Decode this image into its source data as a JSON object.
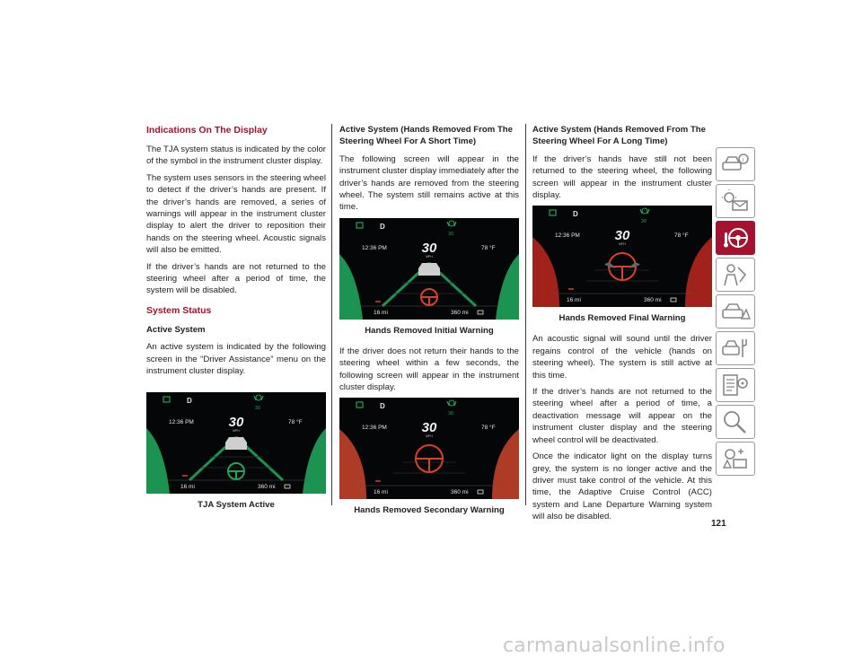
{
  "col1": {
    "heading": "Indications On The Display",
    "p1": "The TJA system status is indicated by the color of the symbol in the instrument cluster display.",
    "p2": "The system uses sensors in the steering wheel to detect if the driver’s hands are present. If the driver’s hands are removed, a series of warnings will appear in the instrument cluster display to alert the driver to reposition their hands on the steering wheel. Acoustic signals will also be emitted.",
    "p3": "If the driver’s hands are not returned to the steering wheel after a period of time, the system will be disabled.",
    "heading2": "System Status",
    "subheading": "Active System",
    "p4": "An active system is indicated by the following screen in the “Driver Assistance” menu on the instrument cluster display.",
    "caption": "TJA System Active"
  },
  "col2": {
    "subheading": "Active System (Hands Removed From The Steering Wheel For A Short Time)",
    "p1": "The following screen will appear in the instrument cluster display immediately after the driver’s hands are removed from the steering wheel. The system still remains active at this time.",
    "caption1": "Hands Removed Initial Warning",
    "p2": "If the driver does not return their hands to the steering wheel within a few seconds, the following screen will appear in the instrument cluster display.",
    "caption2": "Hands Removed Secondary Warning"
  },
  "col3": {
    "subheading": "Active System (Hands Removed From The Steering Wheel For A Long Time)",
    "p1": "If the driver’s hands have still not been returned to the steering wheel, the following screen will appear in the instrument cluster display.",
    "caption": "Hands Removed Final Warning",
    "p2": "An acoustic signal will sound until the driver regains control of the vehicle (hands on steering wheel). The system is still active at this time.",
    "p3": "If the driver’s hands are not returned to the steering wheel after a period of time, a deactivation message will appear on the instrument cluster display and the steering wheel control will be deactivated.",
    "p4": "Once the indicator light on the display turns grey, the system is no longer active and the driver must take control of the vehicle. At this time, the Adaptive Cruise Control (ACC) system and Lane Departure Warning system will also be disabled."
  },
  "cluster": {
    "gear": "D",
    "time": "12:36",
    "time_suffix": "PM",
    "speed": "30",
    "speed_unit": "MPH",
    "temp": "78",
    "temp_unit": "°F",
    "trip": "16",
    "trip_unit": "mi",
    "range": "360",
    "range_unit": "mi",
    "set_speed": "30"
  },
  "page_number": "121",
  "watermark": "carmanualsonline.info",
  "colors": {
    "accent": "#a4122f",
    "green": "#1fa35a",
    "red": "#d8412a"
  },
  "tabs": [
    "vehicle-info-icon",
    "warning-lights-icon",
    "driving-icon",
    "safety-icon",
    "emergency-icon",
    "service-icon",
    "specs-icon",
    "index-icon",
    "multimedia-icon"
  ]
}
